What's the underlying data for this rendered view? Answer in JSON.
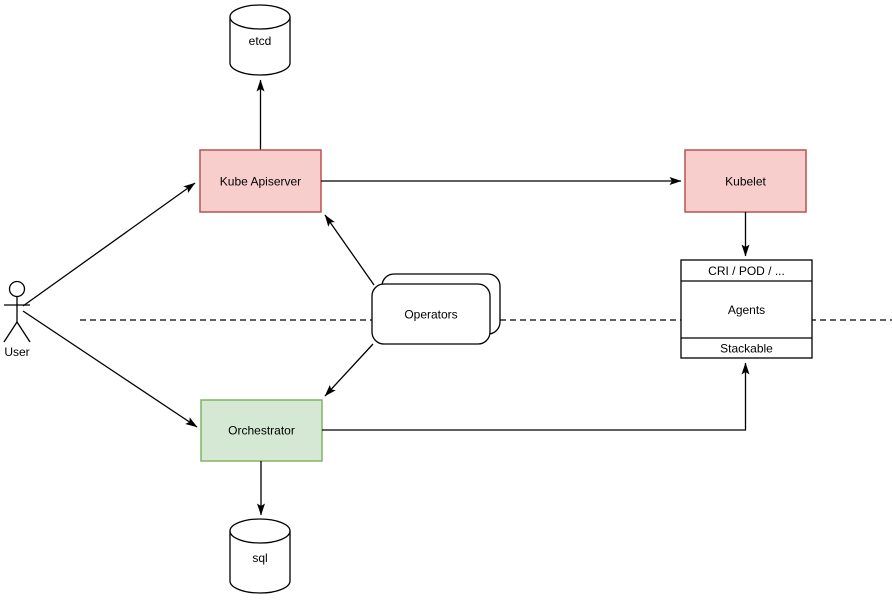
{
  "background": "#ffffff",
  "line_color": "#000000",
  "nodes": {
    "user": {
      "label": "User",
      "type": "actor"
    },
    "etcd": {
      "label": "etcd",
      "type": "database-cylinder",
      "fill": "#ffffff",
      "stroke": "#000000"
    },
    "kube_apiserver": {
      "label": "Kube Apiserver",
      "type": "box",
      "fill": "#f8cecc",
      "stroke": "#b85450"
    },
    "kubelet": {
      "label": "Kubelet",
      "type": "box",
      "fill": "#f8cecc",
      "stroke": "#b85450"
    },
    "operators": {
      "label": "Operators",
      "type": "stacked-rounded-box",
      "fill": "#ffffff",
      "stroke": "#000000"
    },
    "node_stack": {
      "type": "partitioned-box",
      "fill": "#ffffff",
      "stroke": "#000000",
      "sections": [
        {
          "label": "CRI / POD / ..."
        },
        {
          "label": "Agents"
        },
        {
          "label": "Stackable"
        }
      ]
    },
    "orchestrator": {
      "label": "Orchestrator",
      "type": "box",
      "fill": "#d5e8d4",
      "stroke": "#82b366"
    },
    "sql": {
      "label": "sql",
      "type": "database-cylinder",
      "fill": "#ffffff",
      "stroke": "#000000"
    }
  },
  "edges": [
    {
      "from": "user",
      "to": "kube_apiserver",
      "arrow": true,
      "style": "solid"
    },
    {
      "from": "user",
      "to": "orchestrator",
      "arrow": true,
      "style": "solid"
    },
    {
      "from": "kube_apiserver",
      "to": "etcd",
      "arrow": true,
      "style": "solid"
    },
    {
      "from": "kube_apiserver",
      "to": "kubelet",
      "arrow": true,
      "style": "solid"
    },
    {
      "from": "kubelet",
      "to": "node_stack",
      "arrow": true,
      "style": "solid"
    },
    {
      "from": "operators",
      "to": "kube_apiserver",
      "arrow": true,
      "style": "solid"
    },
    {
      "from": "operators",
      "to": "orchestrator",
      "arrow": true,
      "style": "solid"
    },
    {
      "from": "orchestrator",
      "to": "node_stack",
      "arrow": true,
      "style": "solid"
    },
    {
      "from": "orchestrator",
      "to": "sql",
      "arrow": true,
      "style": "solid"
    }
  ],
  "divider": {
    "style": "dashed",
    "orientation": "horizontal"
  }
}
